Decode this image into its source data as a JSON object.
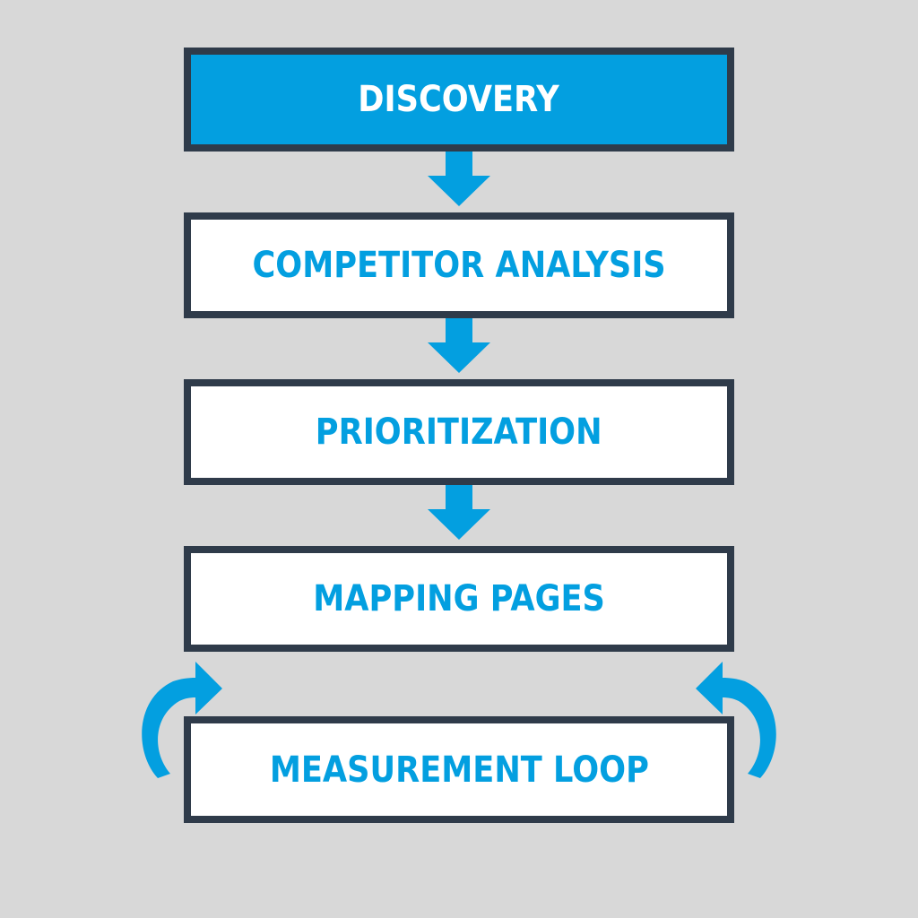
{
  "colors": {
    "accent": "#039fe0",
    "border": "#2f3b4a",
    "background": "#d8d8d8"
  },
  "steps": [
    {
      "label": "DISCOVERY"
    },
    {
      "label": "COMPETITOR ANALYSIS"
    },
    {
      "label": "PRIORITIZATION"
    },
    {
      "label": "MAPPING PAGES"
    },
    {
      "label": "MEASUREMENT LOOP"
    }
  ]
}
